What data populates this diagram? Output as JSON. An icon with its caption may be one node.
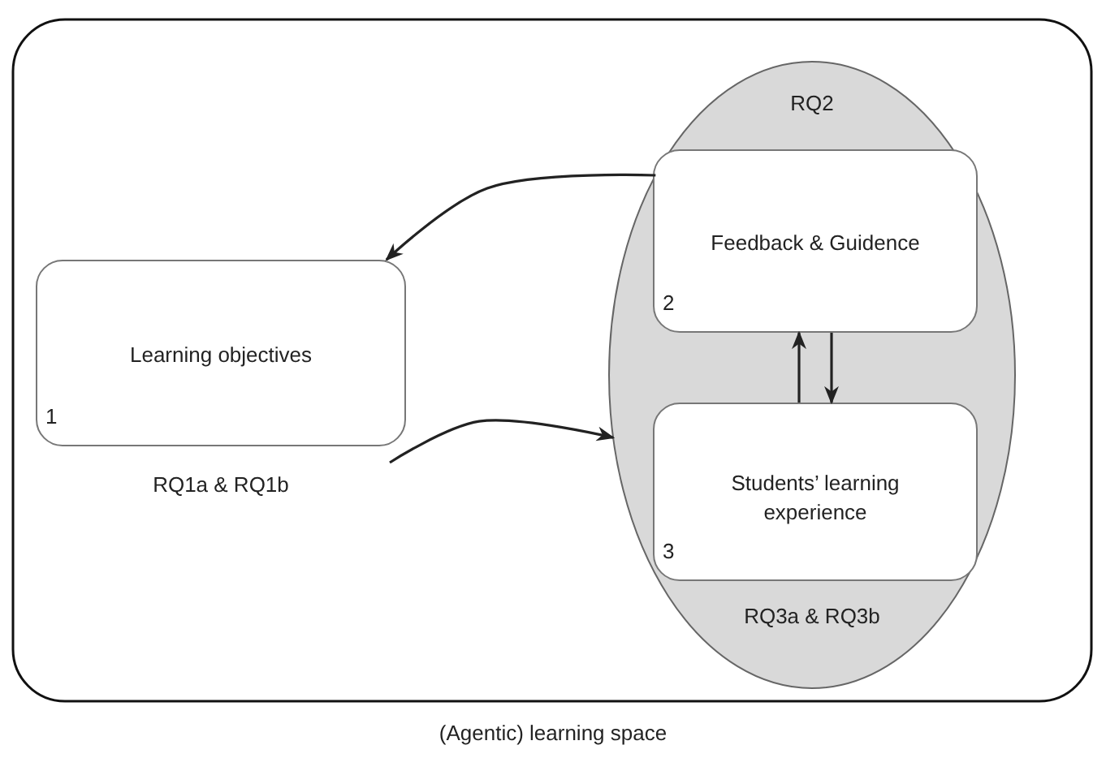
{
  "diagram": {
    "nodes": [
      {
        "text": [
          "(Agentic) learning space"
        ]
      },
      {
        "text": [
          "RQ2",
          "RQ3a & RQ3b"
        ],
        "in": 0
      },
      {
        "text": [
          "Learning objectives",
          "1"
        ],
        "beside": [
          "RQ1a & RQ1b"
        ],
        "in": 0
      },
      {
        "text": [
          "Feedback & Guidence",
          "2"
        ],
        "in": 1
      },
      {
        "text": [
          "Students’ learning experience",
          "3"
        ],
        "in": 1
      }
    ],
    "edges": [
      {
        "from": 1,
        "to": 2,
        "arrow": "to"
      },
      {
        "from": 2,
        "to": 1,
        "arrow": "to"
      },
      {
        "from": 4,
        "to": 3,
        "arrow": "to"
      },
      {
        "from": 3,
        "to": 4,
        "arrow": "to"
      }
    ]
  }
}
